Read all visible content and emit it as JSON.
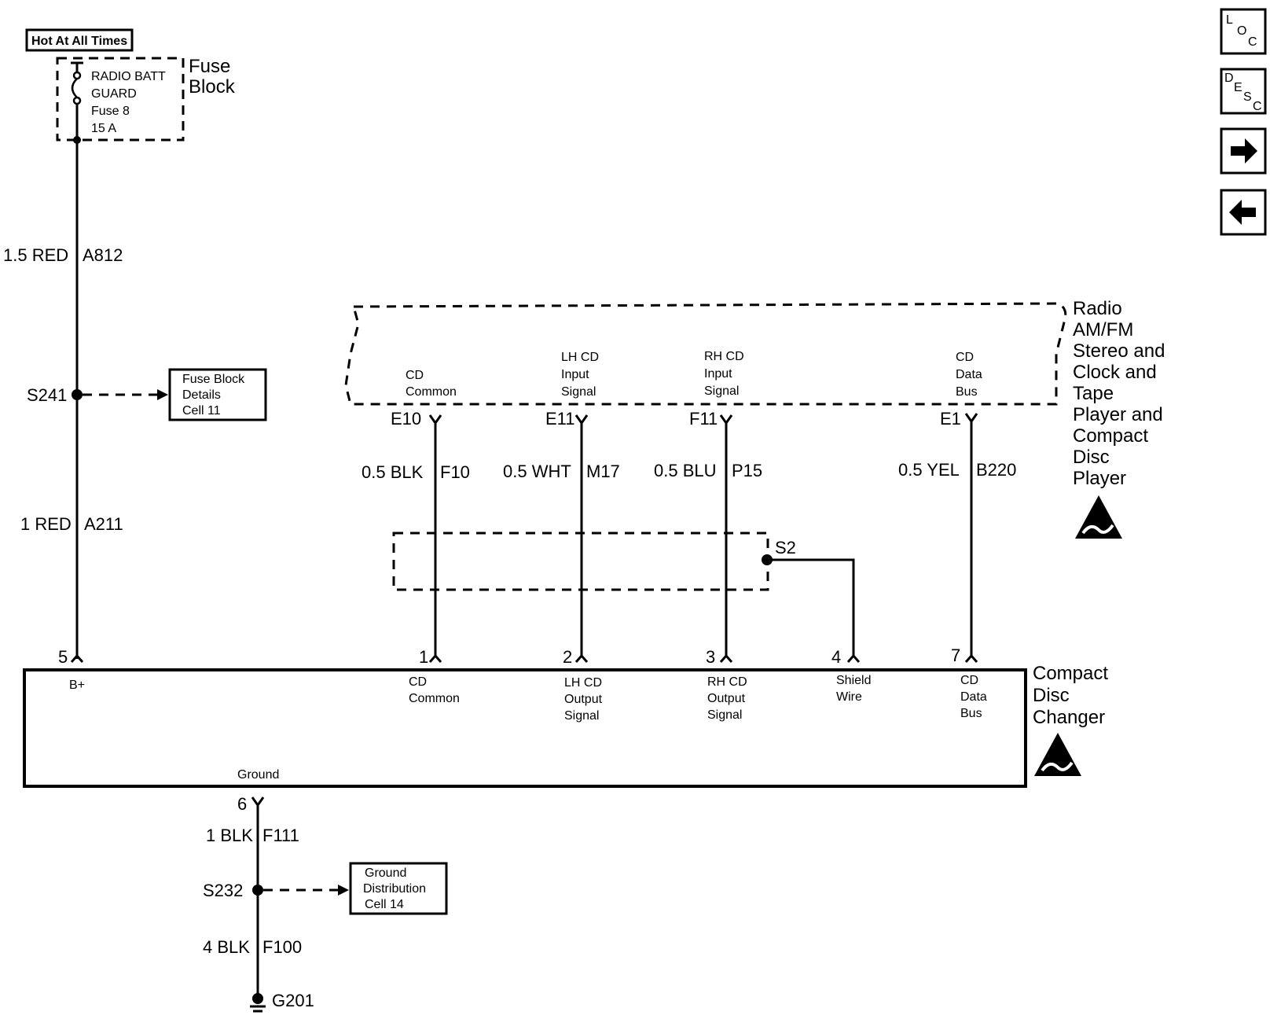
{
  "header_label": "Hot At All Times",
  "fuse_block": {
    "title": [
      "Fuse",
      "Block"
    ],
    "fuse_lines": [
      "RADIO BATT",
      "GUARD",
      "Fuse 8",
      "15 A"
    ]
  },
  "left_circuit": {
    "wire1": {
      "gauge": "1.5 RED",
      "circuit": "A812"
    },
    "splice": "S241",
    "ref_box": [
      "Fuse Block",
      "Details",
      "Cell 11"
    ],
    "wire2": {
      "gauge": "1 RED",
      "circuit": "A211"
    }
  },
  "radio": {
    "title": [
      "Radio",
      "AM/FM",
      "Stereo and",
      "Clock and",
      "Tape",
      "Player and",
      "Compact",
      "Disc",
      "Player"
    ],
    "pins": [
      {
        "conn": "E10",
        "lines": [
          "CD",
          "Common"
        ]
      },
      {
        "conn": "E11",
        "lines": [
          "LH CD",
          "Input",
          "Signal"
        ]
      },
      {
        "conn": "F11",
        "lines": [
          "RH CD",
          "Input",
          "Signal"
        ]
      },
      {
        "conn": "E1",
        "lines": [
          "CD",
          "Data",
          "Bus"
        ]
      }
    ]
  },
  "wires": [
    {
      "gauge": "0.5 BLK",
      "circuit": "F10"
    },
    {
      "gauge": "0.5 WHT",
      "circuit": "M17"
    },
    {
      "gauge": "0.5 BLU",
      "circuit": "P15"
    },
    {
      "gauge": "0.5 YEL",
      "circuit": "B220"
    }
  ],
  "shield_splice": "S2",
  "changer": {
    "title": [
      "Compact",
      "Disc",
      "Changer"
    ],
    "power_pin": {
      "num": "5",
      "label": "B+"
    },
    "pins": [
      {
        "num": "1",
        "lines": [
          "CD",
          "Common"
        ]
      },
      {
        "num": "2",
        "lines": [
          "LH CD",
          "Output",
          "Signal"
        ]
      },
      {
        "num": "3",
        "lines": [
          "RH CD",
          "Output",
          "Signal"
        ]
      },
      {
        "num": "4",
        "lines": [
          "Shield",
          "Wire"
        ]
      },
      {
        "num": "7",
        "lines": [
          "CD",
          "Data",
          "Bus"
        ]
      }
    ],
    "ground_label": "Ground",
    "ground_pin": "6"
  },
  "ground_circuit": {
    "wire1": {
      "gauge": "1 BLK",
      "circuit": "F111"
    },
    "splice": "S232",
    "ref_box": [
      "Ground",
      "Distribution",
      "Cell 14"
    ],
    "wire2": {
      "gauge": "4 BLK",
      "circuit": "F100"
    },
    "ground": "G201"
  },
  "nav": {
    "loc": [
      "L",
      "O",
      "C"
    ],
    "desc": [
      "D",
      "E",
      "S",
      "C"
    ],
    "next_icon": "arrow-right-icon",
    "prev_icon": "arrow-left-icon"
  }
}
